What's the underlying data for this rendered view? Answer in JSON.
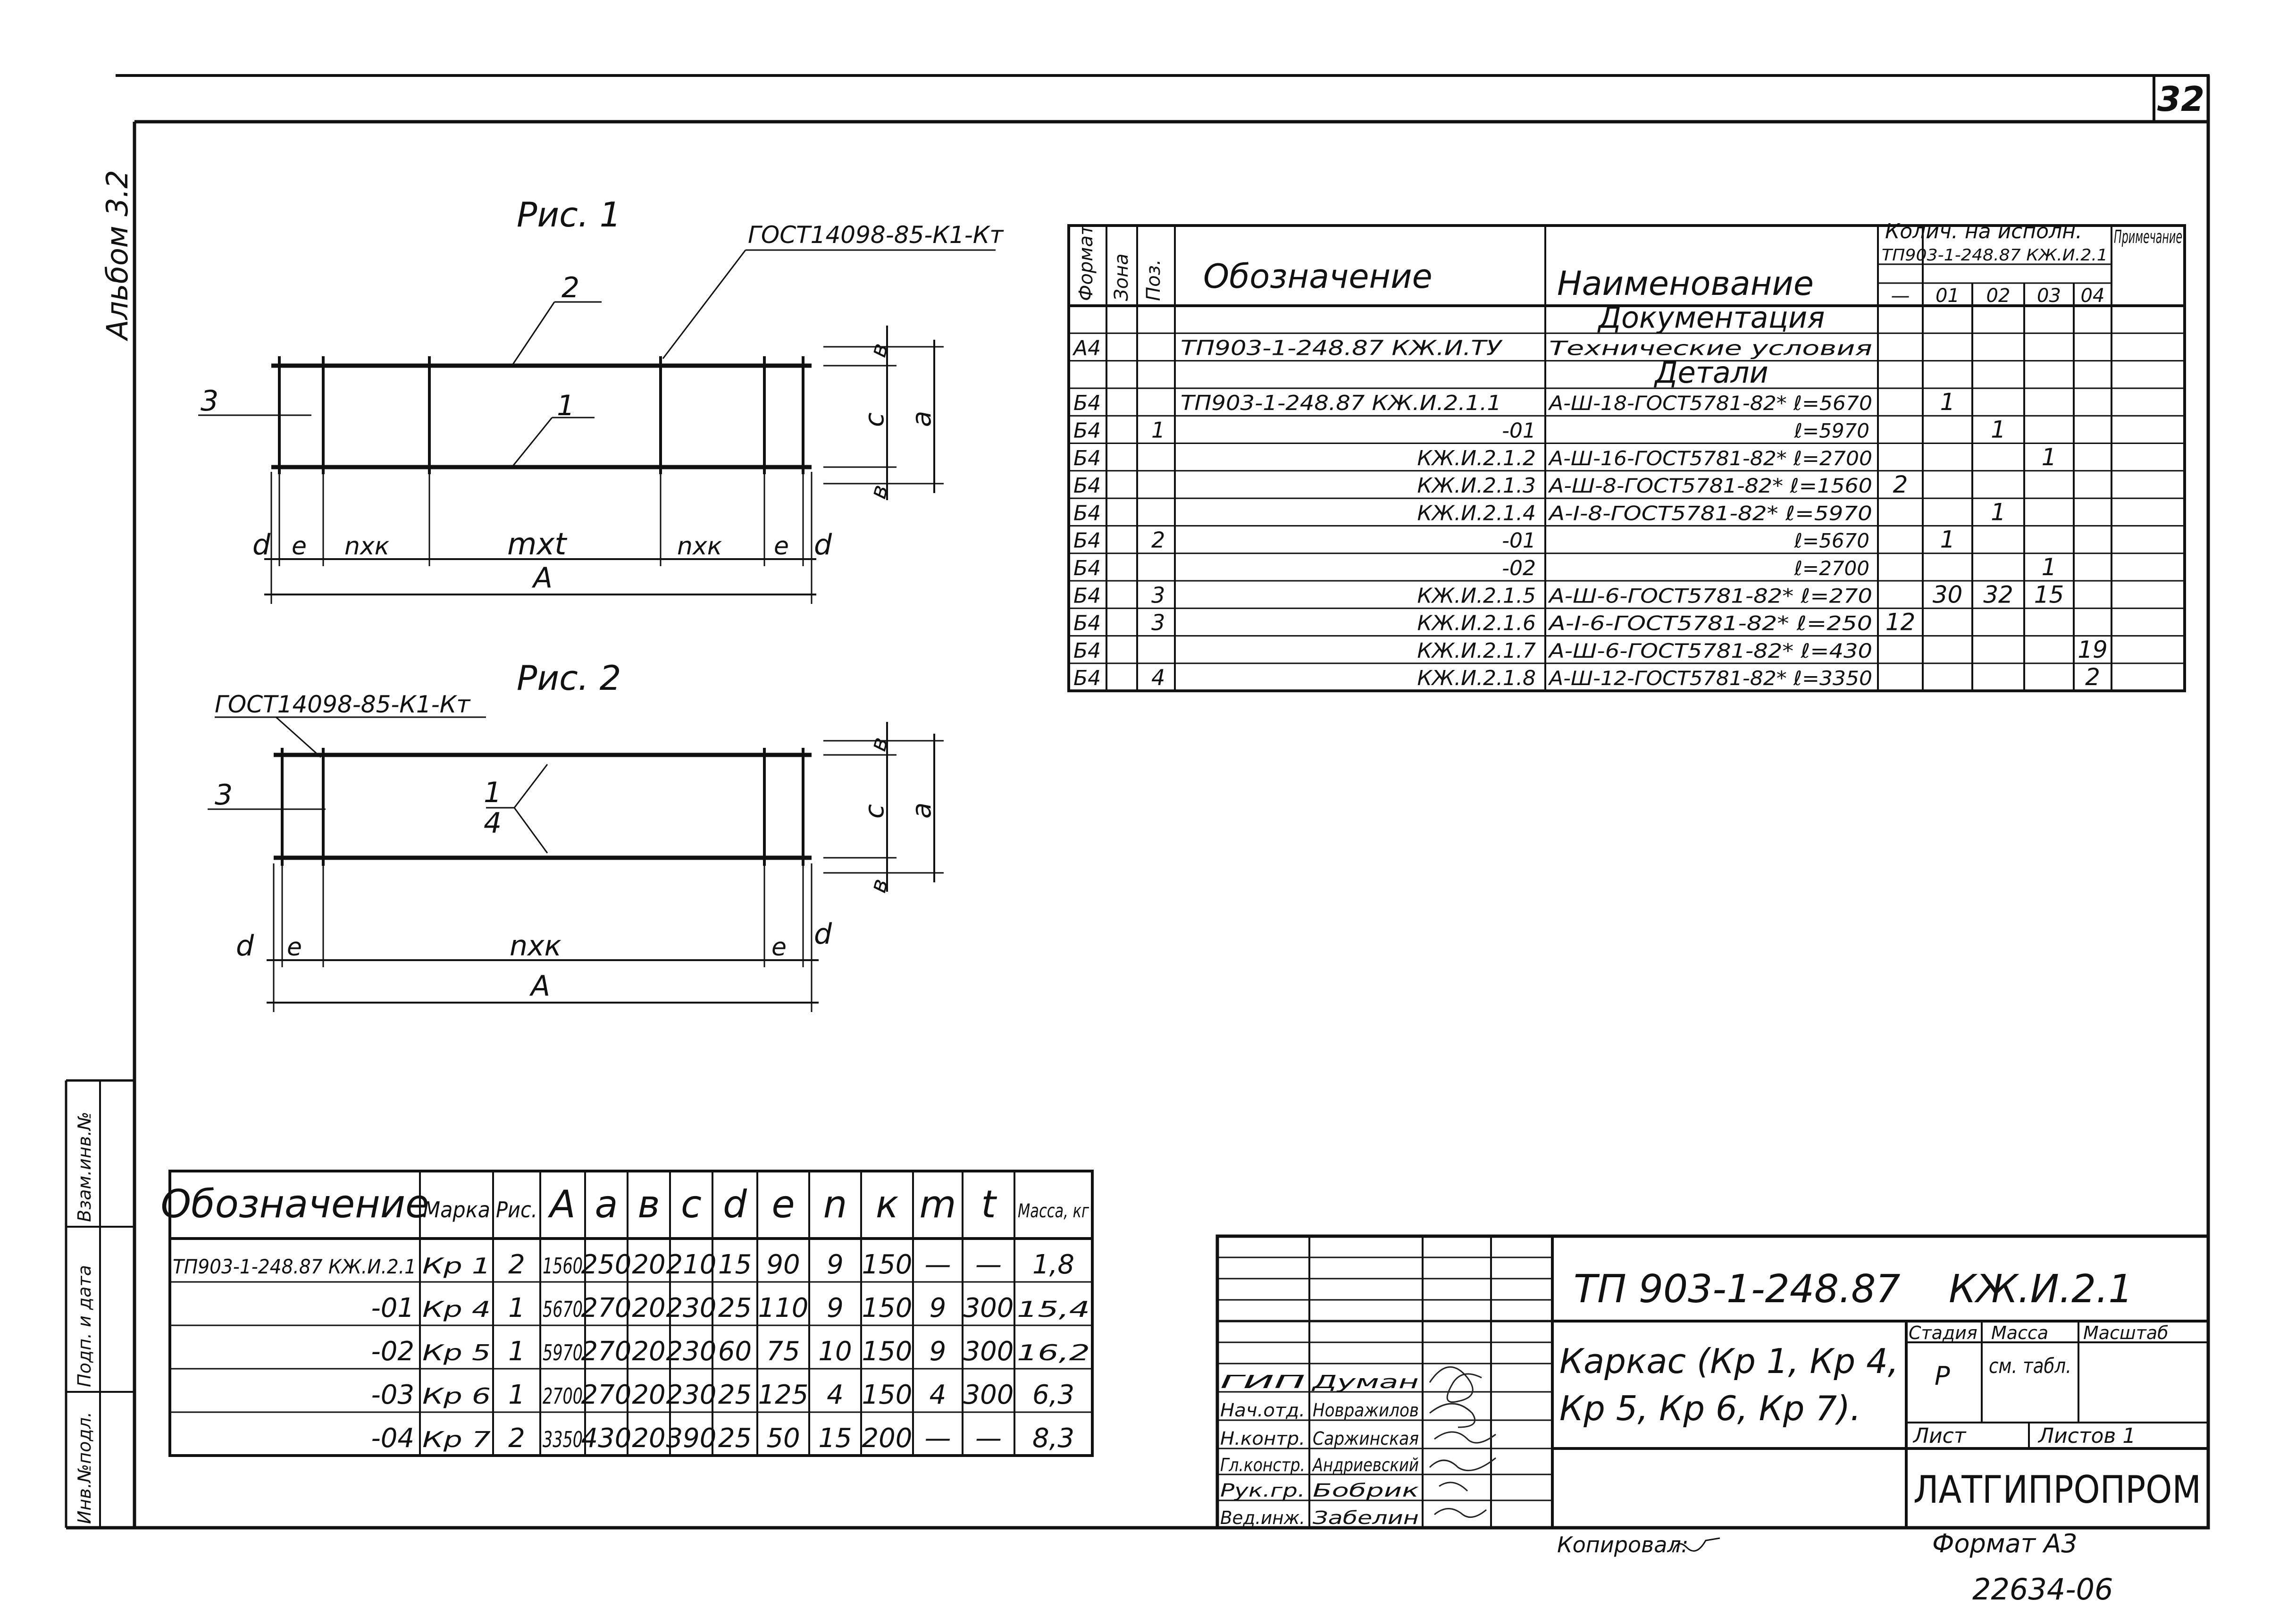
{
  "page_number": "32",
  "album_label": "Альбом 3.2",
  "figures": {
    "fig1": {
      "title": "Рис. 1",
      "weld_note": "ГОСТ14098-85-К1-Кт",
      "pos_labels": [
        "1",
        "2",
        "3"
      ],
      "dims_bottom": [
        "d",
        "e",
        "nxк",
        "mxt",
        "nxк",
        "e",
        "d"
      ],
      "dim_total": "A",
      "dims_right": [
        "в",
        "c",
        "в",
        "a"
      ]
    },
    "fig2": {
      "title": "Рис. 2",
      "weld_note": "ГОСТ14098-85-К1-Кт",
      "pos_labels": [
        "1",
        "4",
        "3"
      ],
      "dims_bottom": [
        "d",
        "e",
        "nxк",
        "e",
        "d"
      ],
      "dim_total": "A",
      "dims_right": [
        "в",
        "c",
        "в",
        "a"
      ]
    }
  },
  "spec_table": {
    "headers": {
      "format": "Формат",
      "zone": "Зона",
      "pos": "Поз.",
      "designation": "Обозначение",
      "name": "Наименование",
      "qty_group": "Колич. на исполн.",
      "qty_doc": "ТП903-1-248.87 КЖ.И.2.1",
      "qty_cols": [
        "—",
        "01",
        "02",
        "03",
        "04"
      ],
      "note": "Примечание"
    },
    "rows": [
      {
        "format": "",
        "zone": "",
        "pos": "",
        "designation": "",
        "name": "Документация",
        "q": [
          "",
          "",
          "",
          "",
          ""
        ],
        "section": true
      },
      {
        "format": "А4",
        "zone": "",
        "pos": "",
        "designation": "ТП903-1-248.87 КЖ.И.ТУ",
        "name": "Технические условия",
        "q": [
          "",
          "",
          "",
          "",
          ""
        ]
      },
      {
        "format": "",
        "zone": "",
        "pos": "",
        "designation": "",
        "name": "Детали",
        "q": [
          "",
          "",
          "",
          "",
          ""
        ],
        "section": true
      },
      {
        "format": "Б4",
        "zone": "",
        "pos": "",
        "designation": "ТП903-1-248.87 КЖ.И.2.1.1",
        "name": "А-Ш-18-ГОСТ5781-82* ℓ=5670",
        "q": [
          "",
          "1",
          "",
          "",
          ""
        ]
      },
      {
        "format": "Б4",
        "zone": "",
        "pos": "1",
        "designation": "-01",
        "name": "ℓ=5970",
        "q": [
          "",
          "",
          "1",
          "",
          ""
        ]
      },
      {
        "format": "Б4",
        "zone": "",
        "pos": "",
        "designation": "КЖ.И.2.1.2",
        "name": "А-Ш-16-ГОСТ5781-82* ℓ=2700",
        "q": [
          "",
          "",
          "",
          "1",
          ""
        ]
      },
      {
        "format": "Б4",
        "zone": "",
        "pos": "",
        "designation": "КЖ.И.2.1.3",
        "name": "А-Ш-8-ГОСТ5781-82* ℓ=1560",
        "q": [
          "2",
          "",
          "",
          "",
          ""
        ]
      },
      {
        "format": "Б4",
        "zone": "",
        "pos": "",
        "designation": "КЖ.И.2.1.4",
        "name": "А-I-8-ГОСТ5781-82* ℓ=5970",
        "q": [
          "",
          "",
          "1",
          "",
          ""
        ]
      },
      {
        "format": "Б4",
        "zone": "",
        "pos": "2",
        "designation": "-01",
        "name": "ℓ=5670",
        "q": [
          "",
          "1",
          "",
          "",
          ""
        ]
      },
      {
        "format": "Б4",
        "zone": "",
        "pos": "",
        "designation": "-02",
        "name": "ℓ=2700",
        "q": [
          "",
          "",
          "",
          "1",
          ""
        ]
      },
      {
        "format": "Б4",
        "zone": "",
        "pos": "3",
        "designation": "КЖ.И.2.1.5",
        "name": "А-Ш-6-ГОСТ5781-82* ℓ=270",
        "q": [
          "",
          "30",
          "32",
          "15",
          ""
        ]
      },
      {
        "format": "Б4",
        "zone": "",
        "pos": "3",
        "designation": "КЖ.И.2.1.6",
        "name": "А-I-6-ГОСТ5781-82* ℓ=250",
        "q": [
          "12",
          "",
          "",
          "",
          ""
        ]
      },
      {
        "format": "Б4",
        "zone": "",
        "pos": "",
        "designation": "КЖ.И.2.1.7",
        "name": "А-Ш-6-ГОСТ5781-82* ℓ=430",
        "q": [
          "",
          "",
          "",
          "",
          "19"
        ]
      },
      {
        "format": "Б4",
        "zone": "",
        "pos": "4",
        "designation": "КЖ.И.2.1.8",
        "name": "А-Ш-12-ГОСТ5781-82* ℓ=3350",
        "q": [
          "",
          "",
          "",
          "",
          "2"
        ]
      }
    ]
  },
  "params_table": {
    "headers": [
      "Обозначение",
      "Марка",
      "Рис.",
      "A",
      "a",
      "в",
      "c",
      "d",
      "e",
      "n",
      "к",
      "m",
      "t",
      "Масса, кг"
    ],
    "rows": [
      [
        "ТП903-1-248.87 КЖ.И.2.1",
        "Кр 1",
        "2",
        "1560",
        "250",
        "20",
        "210",
        "15",
        "90",
        "9",
        "150",
        "—",
        "—",
        "1,8"
      ],
      [
        "-01",
        "Кр 4",
        "1",
        "5670",
        "270",
        "20",
        "230",
        "25",
        "110",
        "9",
        "150",
        "9",
        "300",
        "15,4"
      ],
      [
        "-02",
        "Кр 5",
        "1",
        "5970",
        "270",
        "20",
        "230",
        "60",
        "75",
        "10",
        "150",
        "9",
        "300",
        "16,2"
      ],
      [
        "-03",
        "Кр 6",
        "1",
        "2700",
        "270",
        "20",
        "230",
        "25",
        "125",
        "4",
        "150",
        "4",
        "300",
        "6,3"
      ],
      [
        "-04",
        "Кр 7",
        "2",
        "3350",
        "430",
        "20",
        "390",
        "25",
        "50",
        "15",
        "200",
        "—",
        "—",
        "8,3"
      ]
    ]
  },
  "left_strip": [
    "Инв.№подл.",
    "Подп. и дата",
    "Взам.инв.№"
  ],
  "title_block": {
    "doc_number": "ТП 903-1-248.87",
    "doc_code": "КЖ.И.2.1",
    "title": "Каркас (Кр 1, Кр 4, Кр 5, Кр 6, Кр 7).",
    "stage_label": "Стадия",
    "mass_label": "Масса",
    "scale_label": "Масштаб",
    "stage_value": "Р",
    "mass_value": "см. табл.",
    "sheet_label": "Лист",
    "sheets_label": "Листов 1",
    "org": "ЛАТГИПРОПРОМ",
    "signers": [
      {
        "role": "ГИП",
        "name": "Думан"
      },
      {
        "role": "Нач.отд.",
        "name": "Новражилов"
      },
      {
        "role": "Н.контр.",
        "name": "Саржинская"
      },
      {
        "role": "Гл.констр.",
        "name": "Андриевский"
      },
      {
        "role": "Рук.гр.",
        "name": "Бобрик"
      },
      {
        "role": "Вед.инж.",
        "name": "Забелин"
      }
    ]
  },
  "copied_by": "Копировал:",
  "format_label": "Формат А3",
  "bottom_code": "22634-06"
}
